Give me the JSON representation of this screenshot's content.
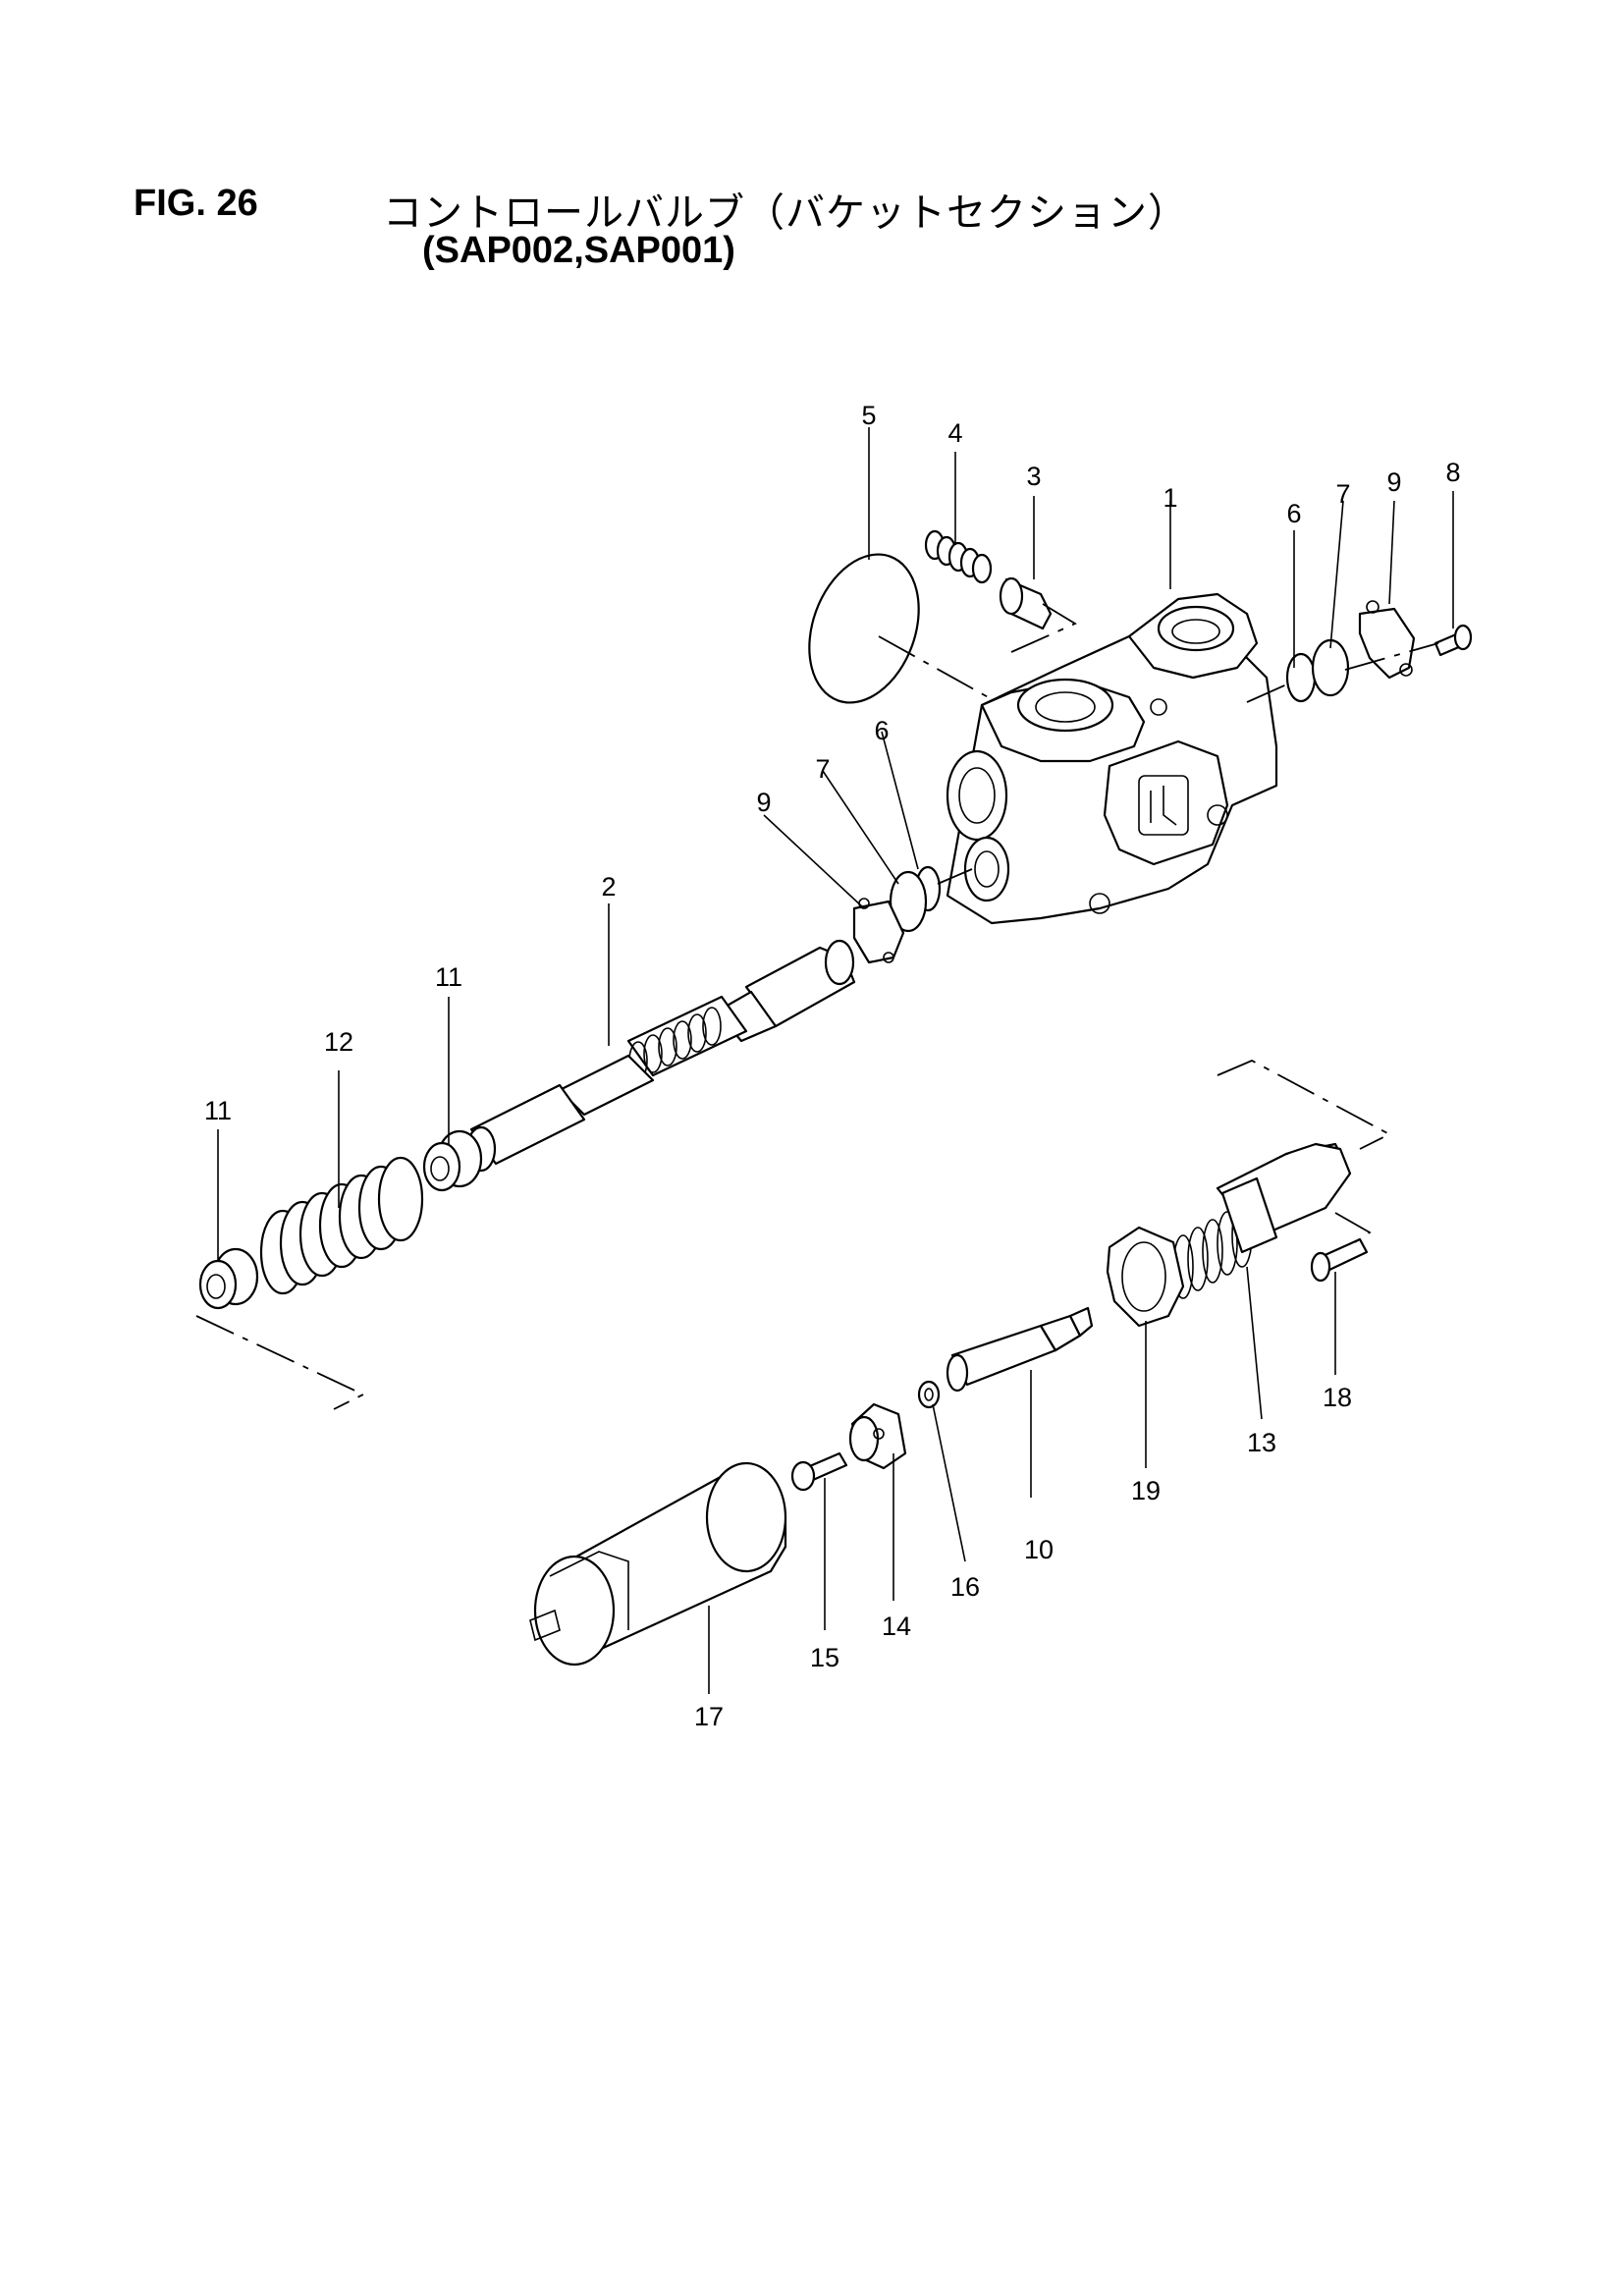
{
  "header": {
    "fig_label": "FIG. 26",
    "title_jp": "コントロールバルブ（バケットセクション）",
    "models": "(SAP002,SAP001)"
  },
  "callouts": [
    {
      "id": "c1",
      "text": "1"
    },
    {
      "id": "c2",
      "text": "2"
    },
    {
      "id": "c3",
      "text": "3"
    },
    {
      "id": "c4",
      "text": "4"
    },
    {
      "id": "c5",
      "text": "5"
    },
    {
      "id": "c6a",
      "text": "6"
    },
    {
      "id": "c6b",
      "text": "6"
    },
    {
      "id": "c7a",
      "text": "7"
    },
    {
      "id": "c7b",
      "text": "7"
    },
    {
      "id": "c8",
      "text": "8"
    },
    {
      "id": "c9a",
      "text": "9"
    },
    {
      "id": "c9b",
      "text": "9"
    },
    {
      "id": "c10",
      "text": "10"
    },
    {
      "id": "c11a",
      "text": "11"
    },
    {
      "id": "c11b",
      "text": "11"
    },
    {
      "id": "c12",
      "text": "12"
    },
    {
      "id": "c13",
      "text": "13"
    },
    {
      "id": "c14",
      "text": "14"
    },
    {
      "id": "c15",
      "text": "15"
    },
    {
      "id": "c16",
      "text": "16"
    },
    {
      "id": "c17",
      "text": "17"
    },
    {
      "id": "c18",
      "text": "18"
    },
    {
      "id": "c19",
      "text": "19"
    }
  ]
}
